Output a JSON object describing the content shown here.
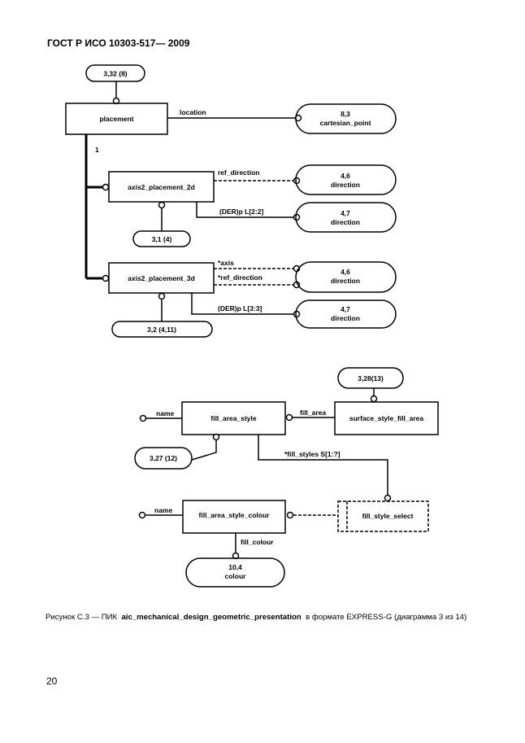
{
  "header": "ГОСТ Р ИСО 10303-517— 2009",
  "diagram": {
    "entities": {
      "placement": "placement",
      "axis2_2d": "axis2_placement_2d",
      "axis2_3d": "axis2_placement_3d",
      "fill_area_style": "fill_area_style",
      "surface_style_fill_area": "surface_style_fill_area",
      "fill_area_style_colour": "fill_area_style_colour"
    },
    "select": {
      "fill_style_select": "fill_style_select"
    },
    "page_refs": {
      "ref_3_32": "3,32 (8)",
      "ref_3_1": "3,1 (4)",
      "ref_3_2": "3,2 (4,11)",
      "ref_3_28": "3,28(13)",
      "ref_3_27": "3,27 (12)"
    },
    "references": {
      "cartesian_point": {
        "num": "8,3",
        "name": "cartesian_point"
      },
      "direction_2d_ref": {
        "num": "4,6",
        "name": "direction"
      },
      "direction_2d_der": {
        "num": "4,7",
        "name": "direction"
      },
      "direction_3d_ref": {
        "num": "4,6",
        "name": "direction"
      },
      "direction_3d_der": {
        "num": "4,7",
        "name": "direction"
      },
      "colour": {
        "num": "10,4",
        "name": "colour"
      }
    },
    "labels": {
      "location": "location",
      "one": "1",
      "ref_direction_2d": "ref_direction",
      "der_2d": "(DER)p L[2:2]",
      "axis": "*axis",
      "ref_direction_3d": "*ref_direction",
      "der_3d": "(DER)p L[3:3]",
      "name1": "name",
      "fill_area": "fill_area",
      "fill_styles": "*fill_styles S[1:?]",
      "name2": "name",
      "fill_colour": "fill_colour"
    }
  },
  "caption": {
    "prefix": "Рисунок С.3 — ПИК",
    "schema": "aic_mechanical_design_geometric_presentation",
    "suffix": "в формате EXPRESS-G (диаграмма 3 из 14)"
  },
  "page_number": "20"
}
